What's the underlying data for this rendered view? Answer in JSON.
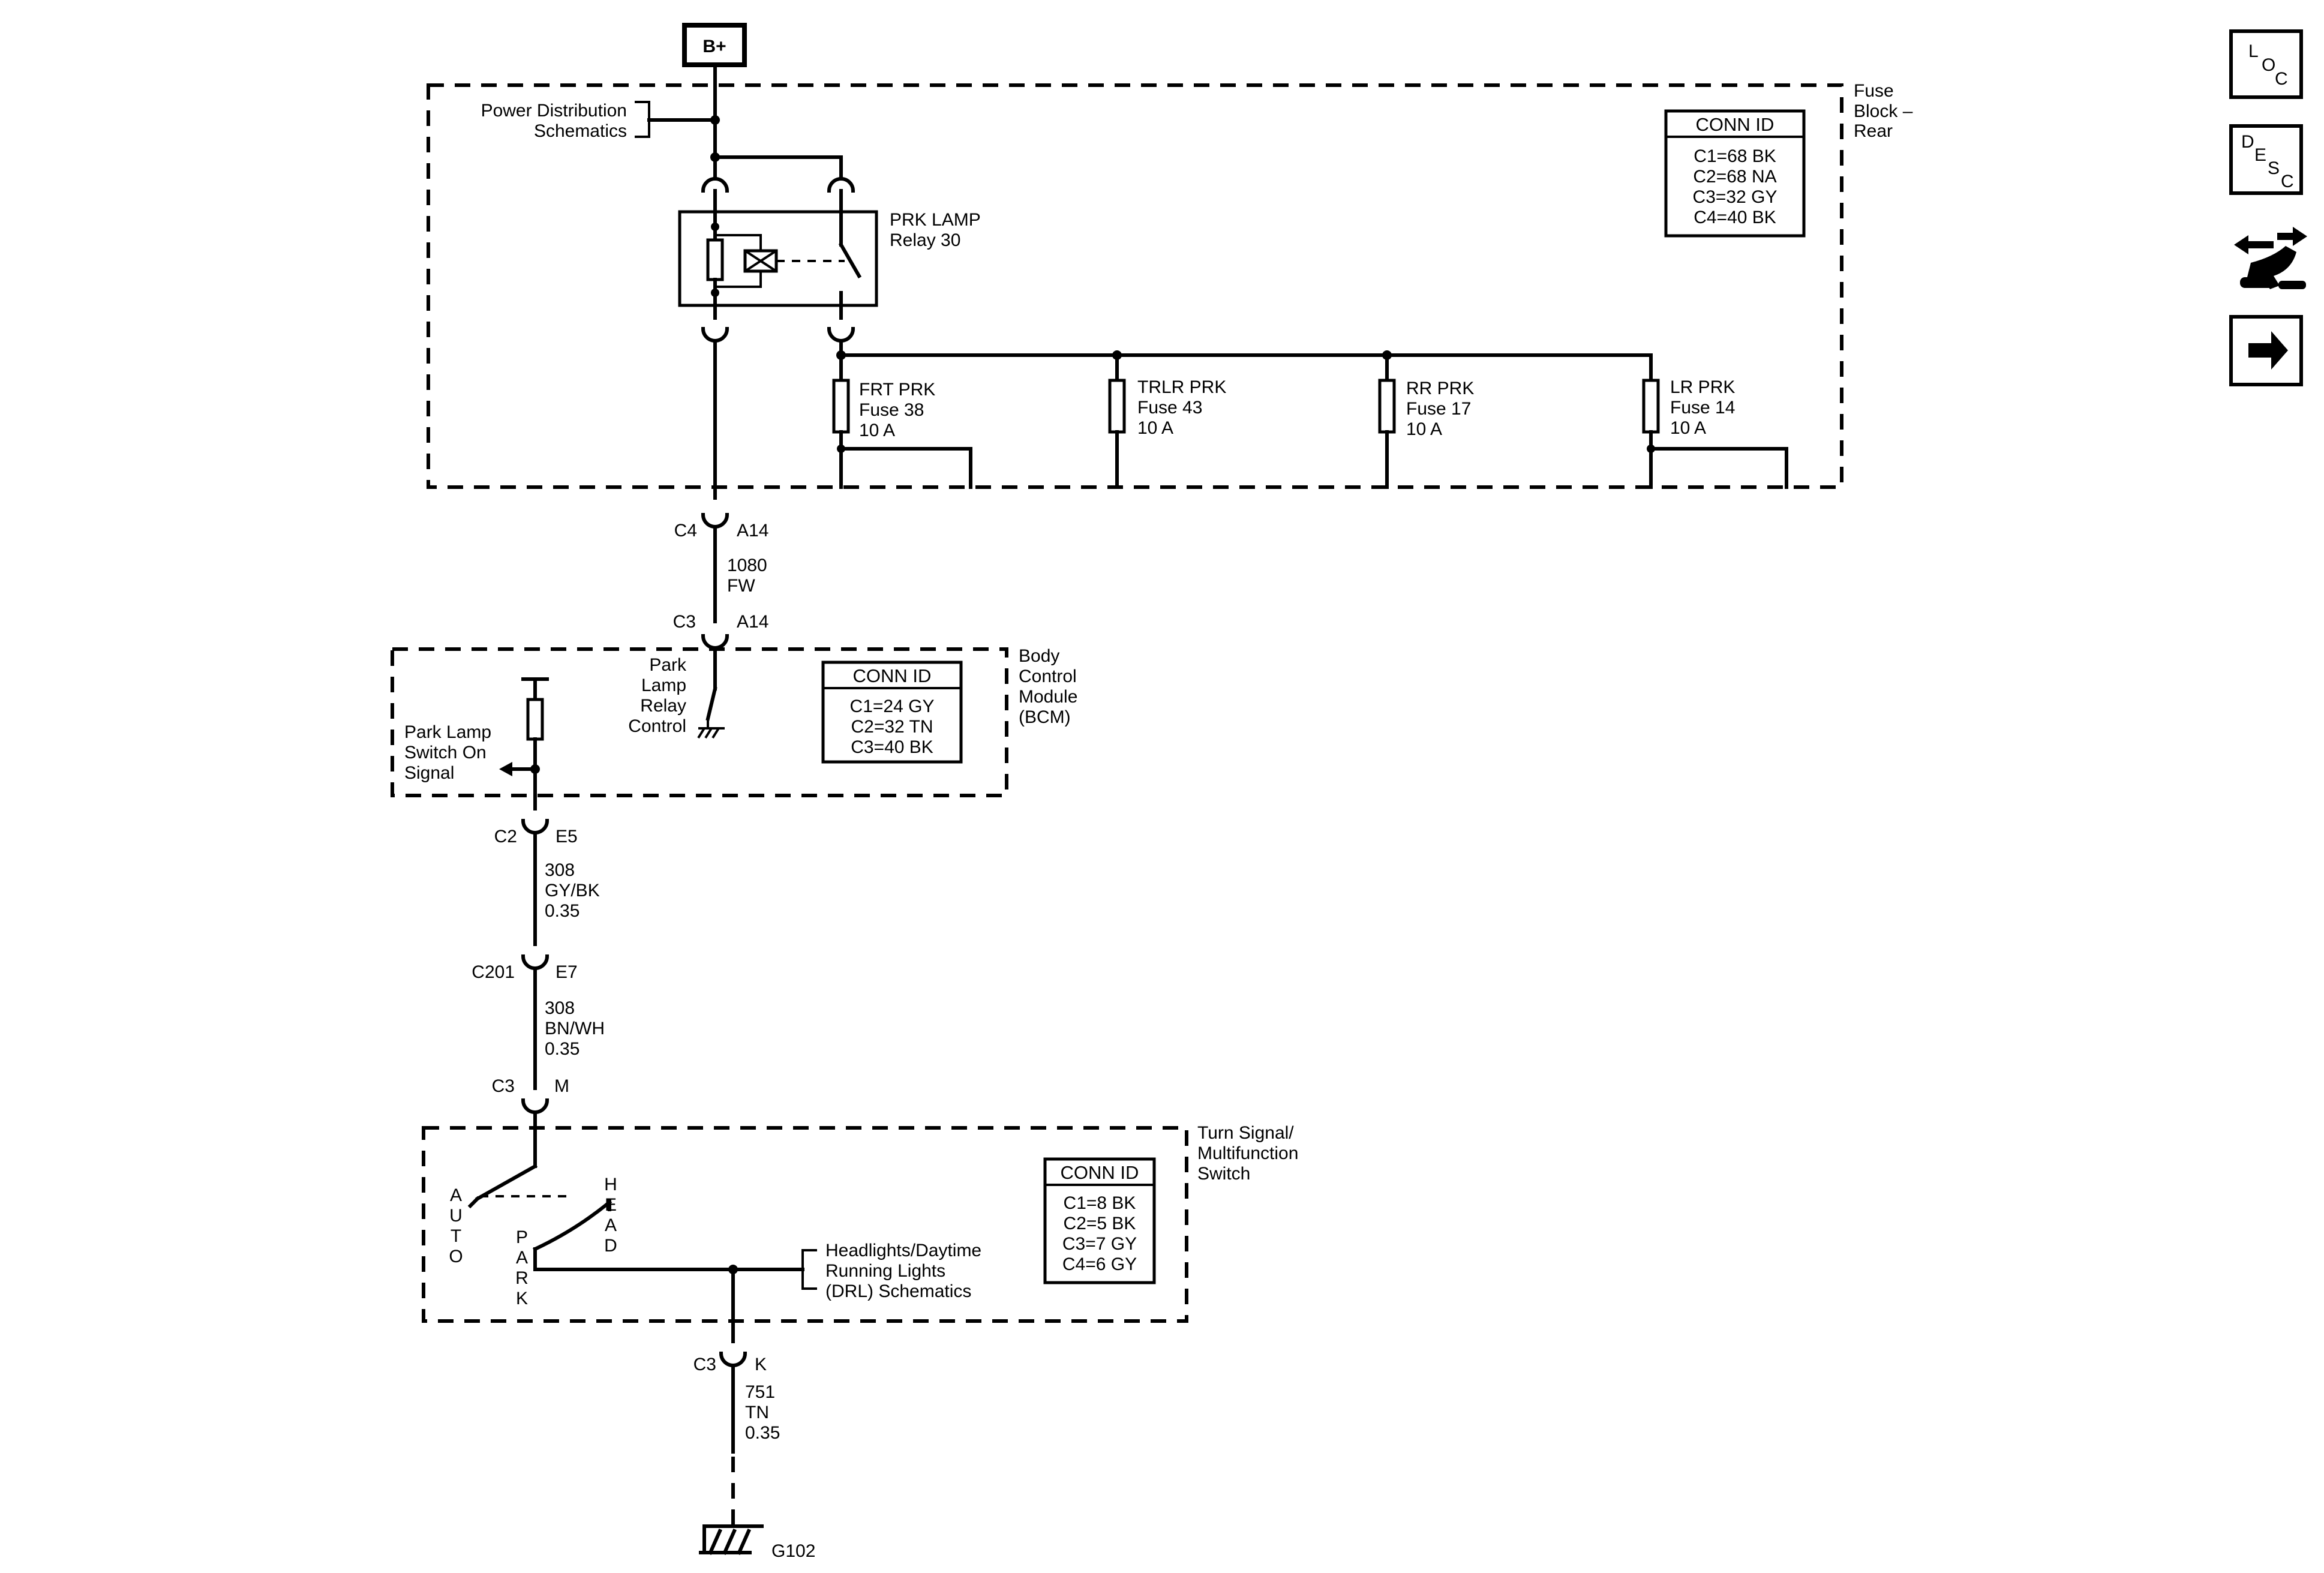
{
  "power_source": "B+",
  "fuse_block": {
    "label_l1": "Fuse",
    "label_l2": "Block –",
    "label_l3": "Rear",
    "conn_title": "CONN ID",
    "conn": [
      "C1=68 BK",
      "C2=68 NA",
      "C3=32 GY",
      "C4=40 BK"
    ]
  },
  "power_dist": {
    "l1": "Power Distribution",
    "l2": "Schematics"
  },
  "relay": {
    "l1": "PRK LAMP",
    "l2": "Relay 30"
  },
  "fuses": [
    {
      "name": "FRT PRK",
      "num": "Fuse 38",
      "amp": "10 A"
    },
    {
      "name": "TRLR PRK",
      "num": "Fuse 43",
      "amp": "10 A"
    },
    {
      "name": "RR PRK",
      "num": "Fuse 17",
      "amp": "10 A"
    },
    {
      "name": "LR PRK",
      "num": "Fuse 14",
      "amp": "10 A"
    }
  ],
  "conn_c4": {
    "conn": "C4",
    "pin": "A14"
  },
  "wire_1080": {
    "circuit": "1080",
    "color": "FW"
  },
  "conn_c3_bcm": {
    "conn": "C3",
    "pin": "A14"
  },
  "bcm": {
    "label_l1": "Body",
    "label_l2": "Control",
    "label_l3": "Module",
    "label_l4": "(BCM)",
    "conn_title": "CONN ID",
    "conn": [
      "C1=24 GY",
      "C2=32 TN",
      "C3=40 BK"
    ],
    "relay_ctrl": [
      "Park",
      "Lamp",
      "Relay",
      "Control"
    ],
    "switch_signal": [
      "Park Lamp",
      "Switch On",
      "Signal"
    ]
  },
  "conn_c2": {
    "conn": "C2",
    "pin": "E5"
  },
  "wire_308a": {
    "circuit": "308",
    "color": "GY/BK",
    "size": "0.35"
  },
  "conn_c201": {
    "conn": "C201",
    "pin": "E7"
  },
  "wire_308b": {
    "circuit": "308",
    "color": "BN/WH",
    "size": "0.35"
  },
  "conn_c3_m": {
    "conn": "C3",
    "pin": "M"
  },
  "tsm": {
    "label_l1": "Turn Signal/",
    "label_l2": "Multifunction",
    "label_l3": "Switch",
    "conn_title": "CONN ID",
    "conn": [
      "C1=8 BK",
      "C2=5 BK",
      "C3=7 GY",
      "C4=6 GY"
    ],
    "auto": [
      "A",
      "U",
      "T",
      "O"
    ],
    "park": [
      "P",
      "A",
      "R",
      "K"
    ],
    "head": [
      "H",
      "E",
      "A",
      "D"
    ]
  },
  "drl": {
    "l1": "Headlights/Daytime",
    "l2": "Running Lights",
    "l3": "(DRL) Schematics"
  },
  "conn_c3_k": {
    "conn": "C3",
    "pin": "K"
  },
  "wire_751": {
    "circuit": "751",
    "color": "TN",
    "size": "0.35"
  },
  "ground": "G102",
  "side_icons": {
    "loc": [
      "L",
      "O",
      "C"
    ],
    "desc": [
      "D",
      "E",
      "S",
      "C"
    ]
  }
}
